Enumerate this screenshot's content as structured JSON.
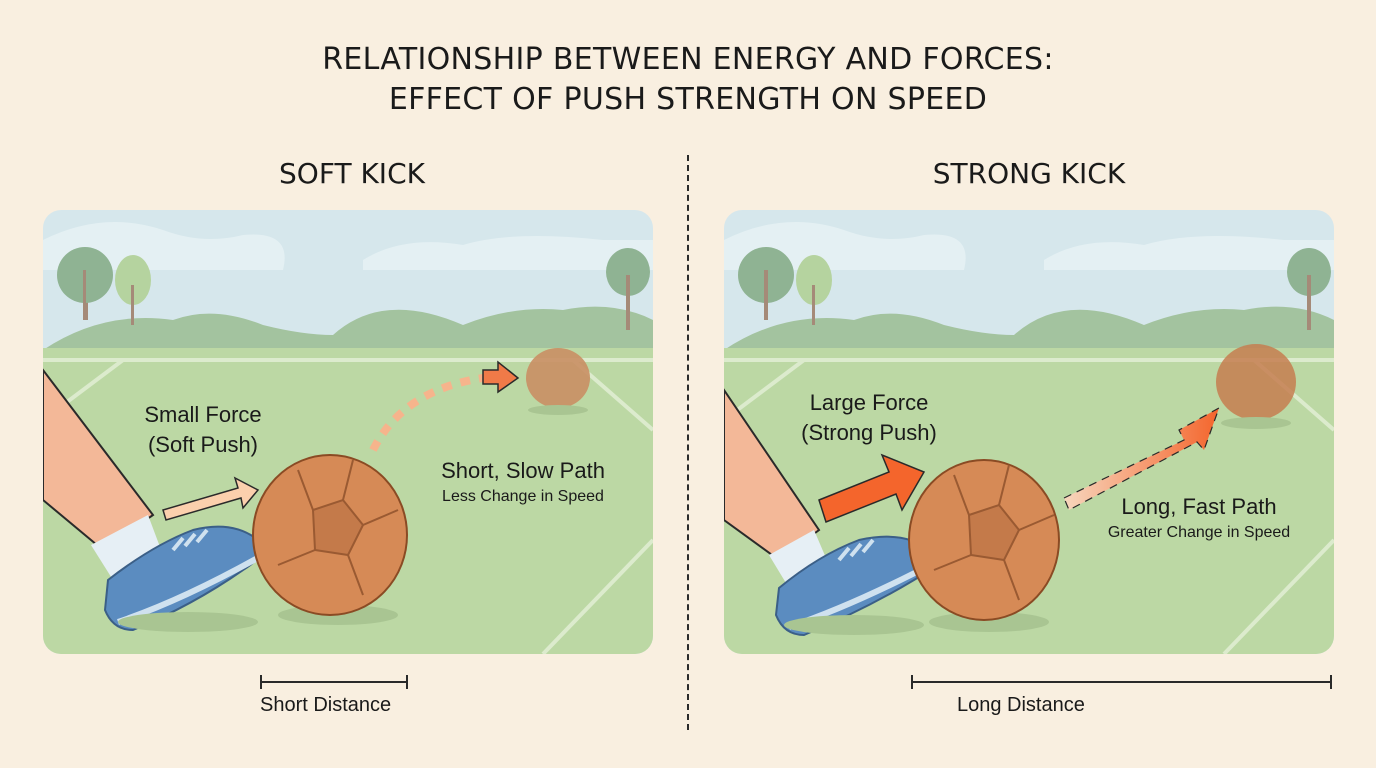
{
  "title": {
    "line1": "RELATIONSHIP BETWEEN ENERGY AND FORCES:",
    "line2": "EFFECT OF PUSH STRENGTH ON SPEED"
  },
  "panels": [
    {
      "heading": "SOFT KICK",
      "force_label_line1": "Small Force",
      "force_label_line2": "(Soft Push)",
      "path_label": "Short, Slow Path",
      "path_sublabel": "Less Change in Speed",
      "distance_label": "Short Distance",
      "force_arrow_color": "#fbd0ad",
      "path_arrow_color": "#f07a48"
    },
    {
      "heading": "STRONG KICK",
      "force_label_line1": "Large Force",
      "force_label_line2": "(Strong Push)",
      "path_label": "Long, Fast Path",
      "path_sublabel": "Greater Change in Speed",
      "distance_label": "Long Distance",
      "force_arrow_color": "#f4652c",
      "path_arrow_color": "#f4652c"
    }
  ],
  "colors": {
    "background": "#f9efe0",
    "sky": "#d6e7ec",
    "grass": "#bcd8a4",
    "hills": "#9fc19a",
    "ball": "#d68a56",
    "shoe": "#5b8cc0"
  }
}
